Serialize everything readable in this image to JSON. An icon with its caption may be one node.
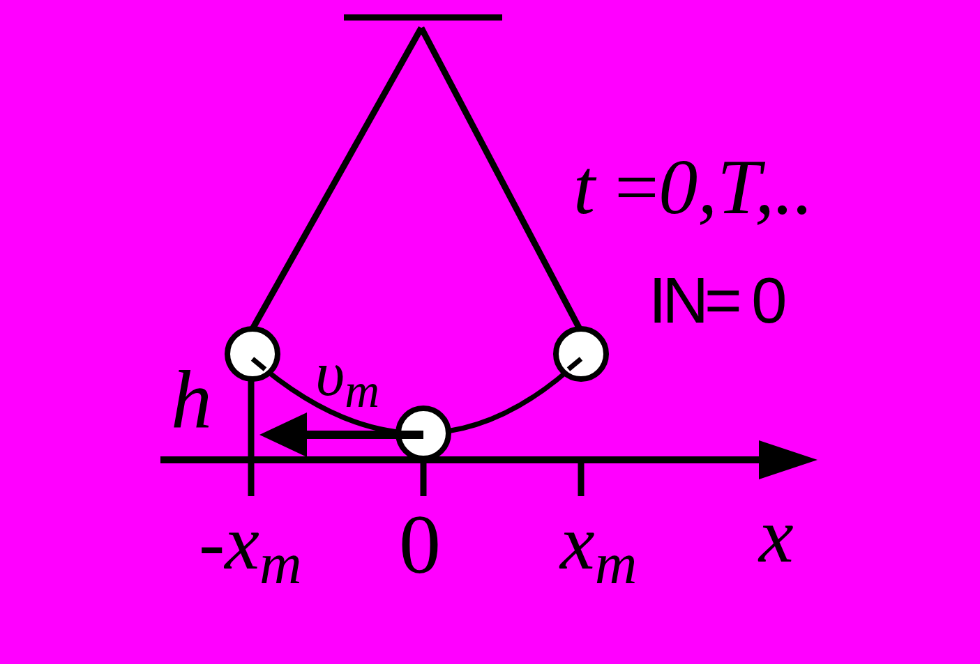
{
  "diagram": {
    "labels": [
      "*t* =*0,T,..*",
      "IN= 0",
      "υ$_{m}$",
      "h",
      "-x$_{m}$",
      "0",
      "x$_{m}$",
      "x"
    ]
  }
}
